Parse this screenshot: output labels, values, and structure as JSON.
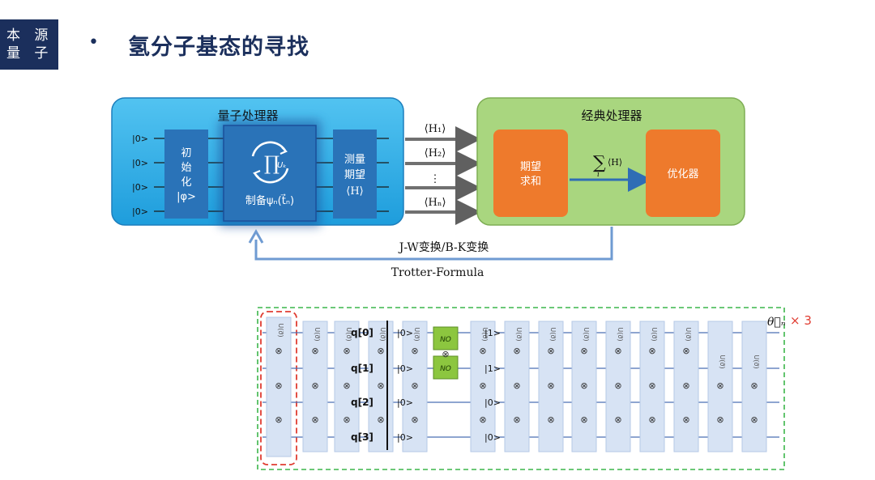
{
  "logo": {
    "line1": "本 源",
    "line2": "量 子"
  },
  "slide": {
    "bullet": "•",
    "title": "氢分子基态的寻找"
  },
  "quantum_processor": {
    "title": "量子处理器",
    "kets": [
      "|0>",
      "|0>",
      "|0>",
      "|0>"
    ],
    "init_lines": [
      "初",
      "始",
      "化",
      "|φ>"
    ],
    "prepare_label": "制备ψₙ(t⃗ₙ)",
    "prod_symbol": "∏",
    "prod_sub": "Uₖ",
    "measure_lines": [
      "测量",
      "期望",
      "⟨H⟩"
    ]
  },
  "expectations": {
    "h1": "⟨H₁⟩",
    "h2": "⟨H₂⟩",
    "dots": "⋮",
    "hn": "⟨Hₙ⟩"
  },
  "classical_processor": {
    "title": "经典处理器",
    "sum_box": [
      "期望",
      "求和"
    ],
    "sum_symbol": "∑",
    "sum_sub": "i",
    "sum_expr": "⟨H⟩",
    "optimizer": "优化器"
  },
  "feedback": {
    "transform": "J-W变换/B-K变换",
    "formula": "Trotter-Formula"
  },
  "circuit": {
    "repeat": "× 3",
    "theta": "θ⃗ₙ",
    "qregs": [
      "q[0]",
      "q[1]",
      "q[2]",
      "q[3]"
    ],
    "reset_kets": [
      "|0>",
      "|0>",
      "|0>",
      "|0>"
    ],
    "after_kets": [
      "|1>",
      "|1>",
      "|0>",
      "|0>"
    ],
    "cnot_label": "NO",
    "tensor": "⊗",
    "gate_label": "U(σ⃗)"
  },
  "colors": {
    "navy": "#1b2f5c",
    "quantum_bg": "#29a9e6",
    "classical_bg": "#a9d67f",
    "orange": "#ee7a2c",
    "block_blue": "#2a73b8",
    "arrow_blue": "#2f6db5",
    "dashed_green": "#3cb54a",
    "dashed_red": "#e03c31"
  }
}
